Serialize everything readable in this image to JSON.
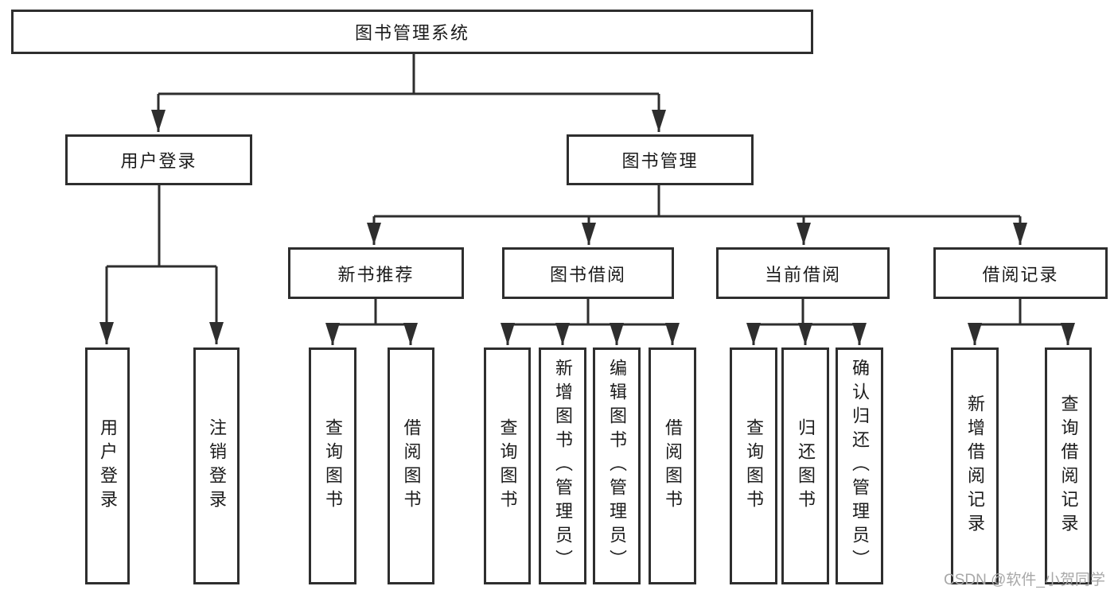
{
  "diagram_type": "hierarchy-tree",
  "colors": {
    "line": "#2e2e2e",
    "text": "#1b1b1b",
    "watermark": "#a8a8a8",
    "background": "#ffffff"
  },
  "tree": {
    "root": {
      "label": "图书管理系统",
      "children": [
        {
          "label": "用户登录",
          "children": [
            {
              "label": "用户登录"
            },
            {
              "label": "注销登录"
            }
          ]
        },
        {
          "label": "图书管理",
          "children": [
            {
              "label": "新书推荐",
              "children": [
                {
                  "label": "查询图书"
                },
                {
                  "label": "借阅图书"
                }
              ]
            },
            {
              "label": "图书借阅",
              "children": [
                {
                  "label": "查询图书"
                },
                {
                  "label": "新增图书（管理员）"
                },
                {
                  "label": "编辑图书（管理员）"
                },
                {
                  "label": "借阅图书"
                }
              ]
            },
            {
              "label": "当前借阅",
              "children": [
                {
                  "label": "查询图书"
                },
                {
                  "label": "归还图书"
                },
                {
                  "label": "确认归还（管理员）"
                }
              ]
            },
            {
              "label": "借阅记录",
              "children": [
                {
                  "label": "新增借阅记录"
                },
                {
                  "label": "查询借阅记录"
                }
              ]
            }
          ]
        }
      ]
    }
  },
  "watermark": {
    "text": "CSDN @软件_小贺同学"
  }
}
